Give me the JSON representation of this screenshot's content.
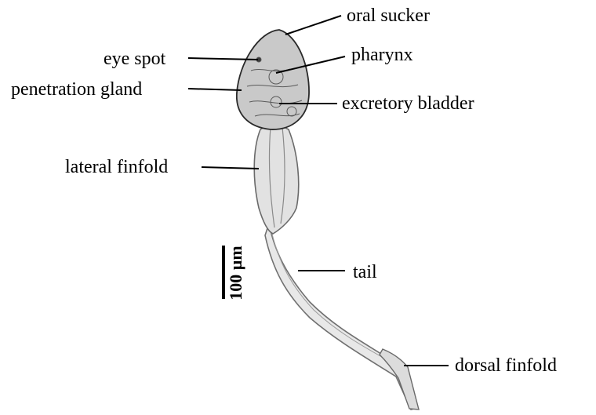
{
  "labels": {
    "oral_sucker": "oral sucker",
    "eye_spot": "eye spot",
    "pharynx": "pharynx",
    "penetration_gland": "penetration gland",
    "excretory_bladder": "excretory bladder",
    "lateral_finfold": "lateral finfold",
    "tail": "tail",
    "dorsal_finfold": "dorsal finfold"
  },
  "scale_bar": {
    "label": "100 µm"
  },
  "colors": {
    "ink": "#000000",
    "body_fill": "#c9c9c9",
    "body_texture": "#5a5a5a",
    "tail_fill": "#e8e8e8",
    "tail_edge": "#707070"
  }
}
